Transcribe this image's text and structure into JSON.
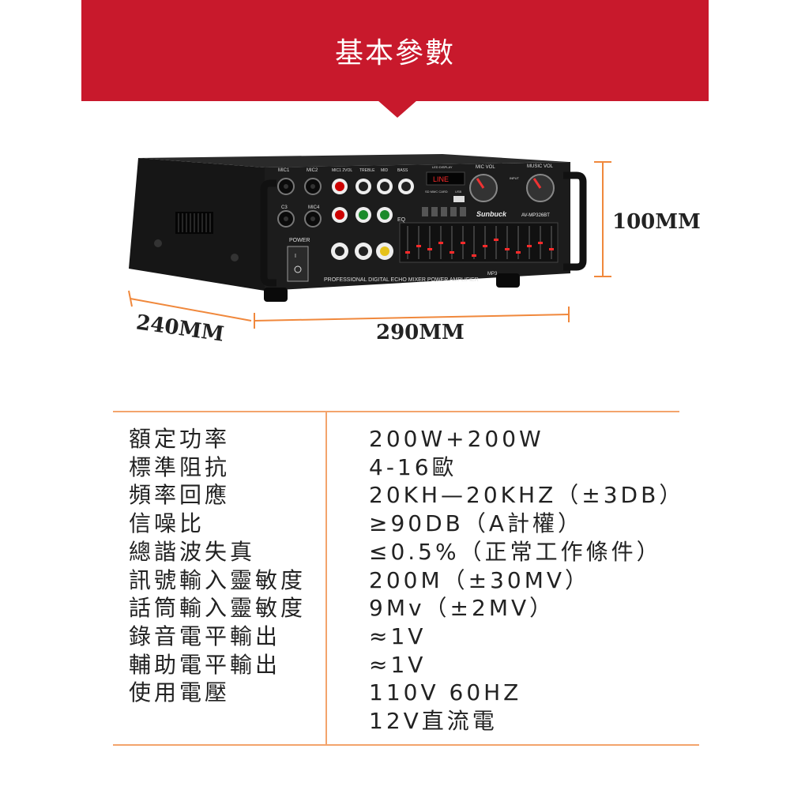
{
  "header": {
    "title": "基本參數"
  },
  "product": {
    "brand": "Sunbuck",
    "model": "AV-MP326BT",
    "front_text": "PROFESSIONAL DIGITAL ECHO MIXER POWER AMPLIFIER",
    "panel_labels": [
      "MIC1",
      "MIC2",
      "MIC1 2VOL",
      "TREBLE",
      "MID",
      "BASS",
      "MIC VOL",
      "MUSIC VOL",
      "POWER",
      "C3",
      "MIC4",
      "LED DISPLAY",
      "INPUT",
      "SD MMC CARD",
      "USB",
      "ON",
      "OFF",
      "EQ",
      "MP3"
    ],
    "display_text": "LINE"
  },
  "dimensions": {
    "height": "100MM",
    "depth": "240MM",
    "width": "290MM"
  },
  "specs": {
    "labels": [
      "額定功率",
      "標準阻抗",
      "頻率回應",
      "信噪比",
      "總諧波失真",
      "訊號輸入靈敏度",
      "話筒輸入靈敏度",
      "錄音電平輸出",
      "輔助電平輸出",
      "使用電壓"
    ],
    "values": [
      "200W+200W",
      "4-16歐",
      "20KH—20KHZ（±3DB）",
      "≥90DB（A計權）",
      "≤0.5%（正常工作條件）",
      "200M（±30MV）",
      "9Mv（±2MV）",
      "≈1V",
      "≈1V",
      "110V 60HZ",
      "12V直流電"
    ]
  },
  "colors": {
    "banner": "#c8192c",
    "divider": "#f3a46c",
    "dim_line": "#f0883c"
  }
}
